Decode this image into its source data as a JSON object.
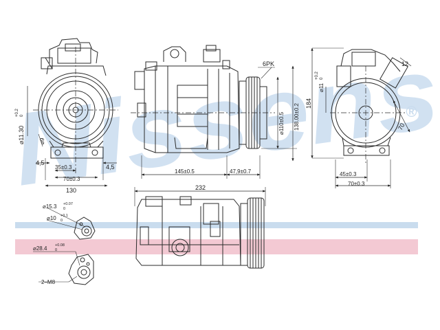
{
  "watermark": {
    "text": "Nissens",
    "color": "#c9dcee",
    "registered": "®"
  },
  "bands": {
    "blue": "#c9dcee",
    "pink": "#f3c9d3"
  },
  "line_color": "#2a2a2a",
  "front_view": {
    "shaft_tol_top": "+0.2",
    "shaft_tol_bottom": "0",
    "shaft_dia": "⌀11.30",
    "dia9": "⌀9",
    "dim_4_5_left": "4,5",
    "dim_4_5_right": "4,5",
    "dim_35": "35±0.3",
    "dim_70": "70±0.3",
    "dim_130": "130"
  },
  "side_view": {
    "belt": "6PK",
    "dim_110": "⌀110±0.5",
    "dim_138": "138.00±0.2",
    "dim_145": "145±0.5",
    "dim_47_9": "47,9±0.7"
  },
  "rear_view": {
    "dim_12": "12",
    "dia11_tol_top": "+0.2",
    "dia11_tol_bottom": "0",
    "dia11": "⌀11",
    "dim_184": "184",
    "dim_70_diag": "70",
    "dim_45": "45±0.3",
    "dim_70": "70±0.3"
  },
  "bottom_view": {
    "dim_232": "232"
  },
  "ports": {
    "dia15_3": "⌀15.3",
    "dia15_3_tol_top": "+0.07",
    "dia15_3_tol_bottom": "0",
    "dia10": "⌀10",
    "dia10_tol_top": "+0.1",
    "dia10_tol_bottom": "0",
    "dia28_4": "⌀28.4",
    "dia28_4_tol_top": "+0.08",
    "dia28_4_tol_bottom": "0",
    "thread": "2–M8"
  }
}
